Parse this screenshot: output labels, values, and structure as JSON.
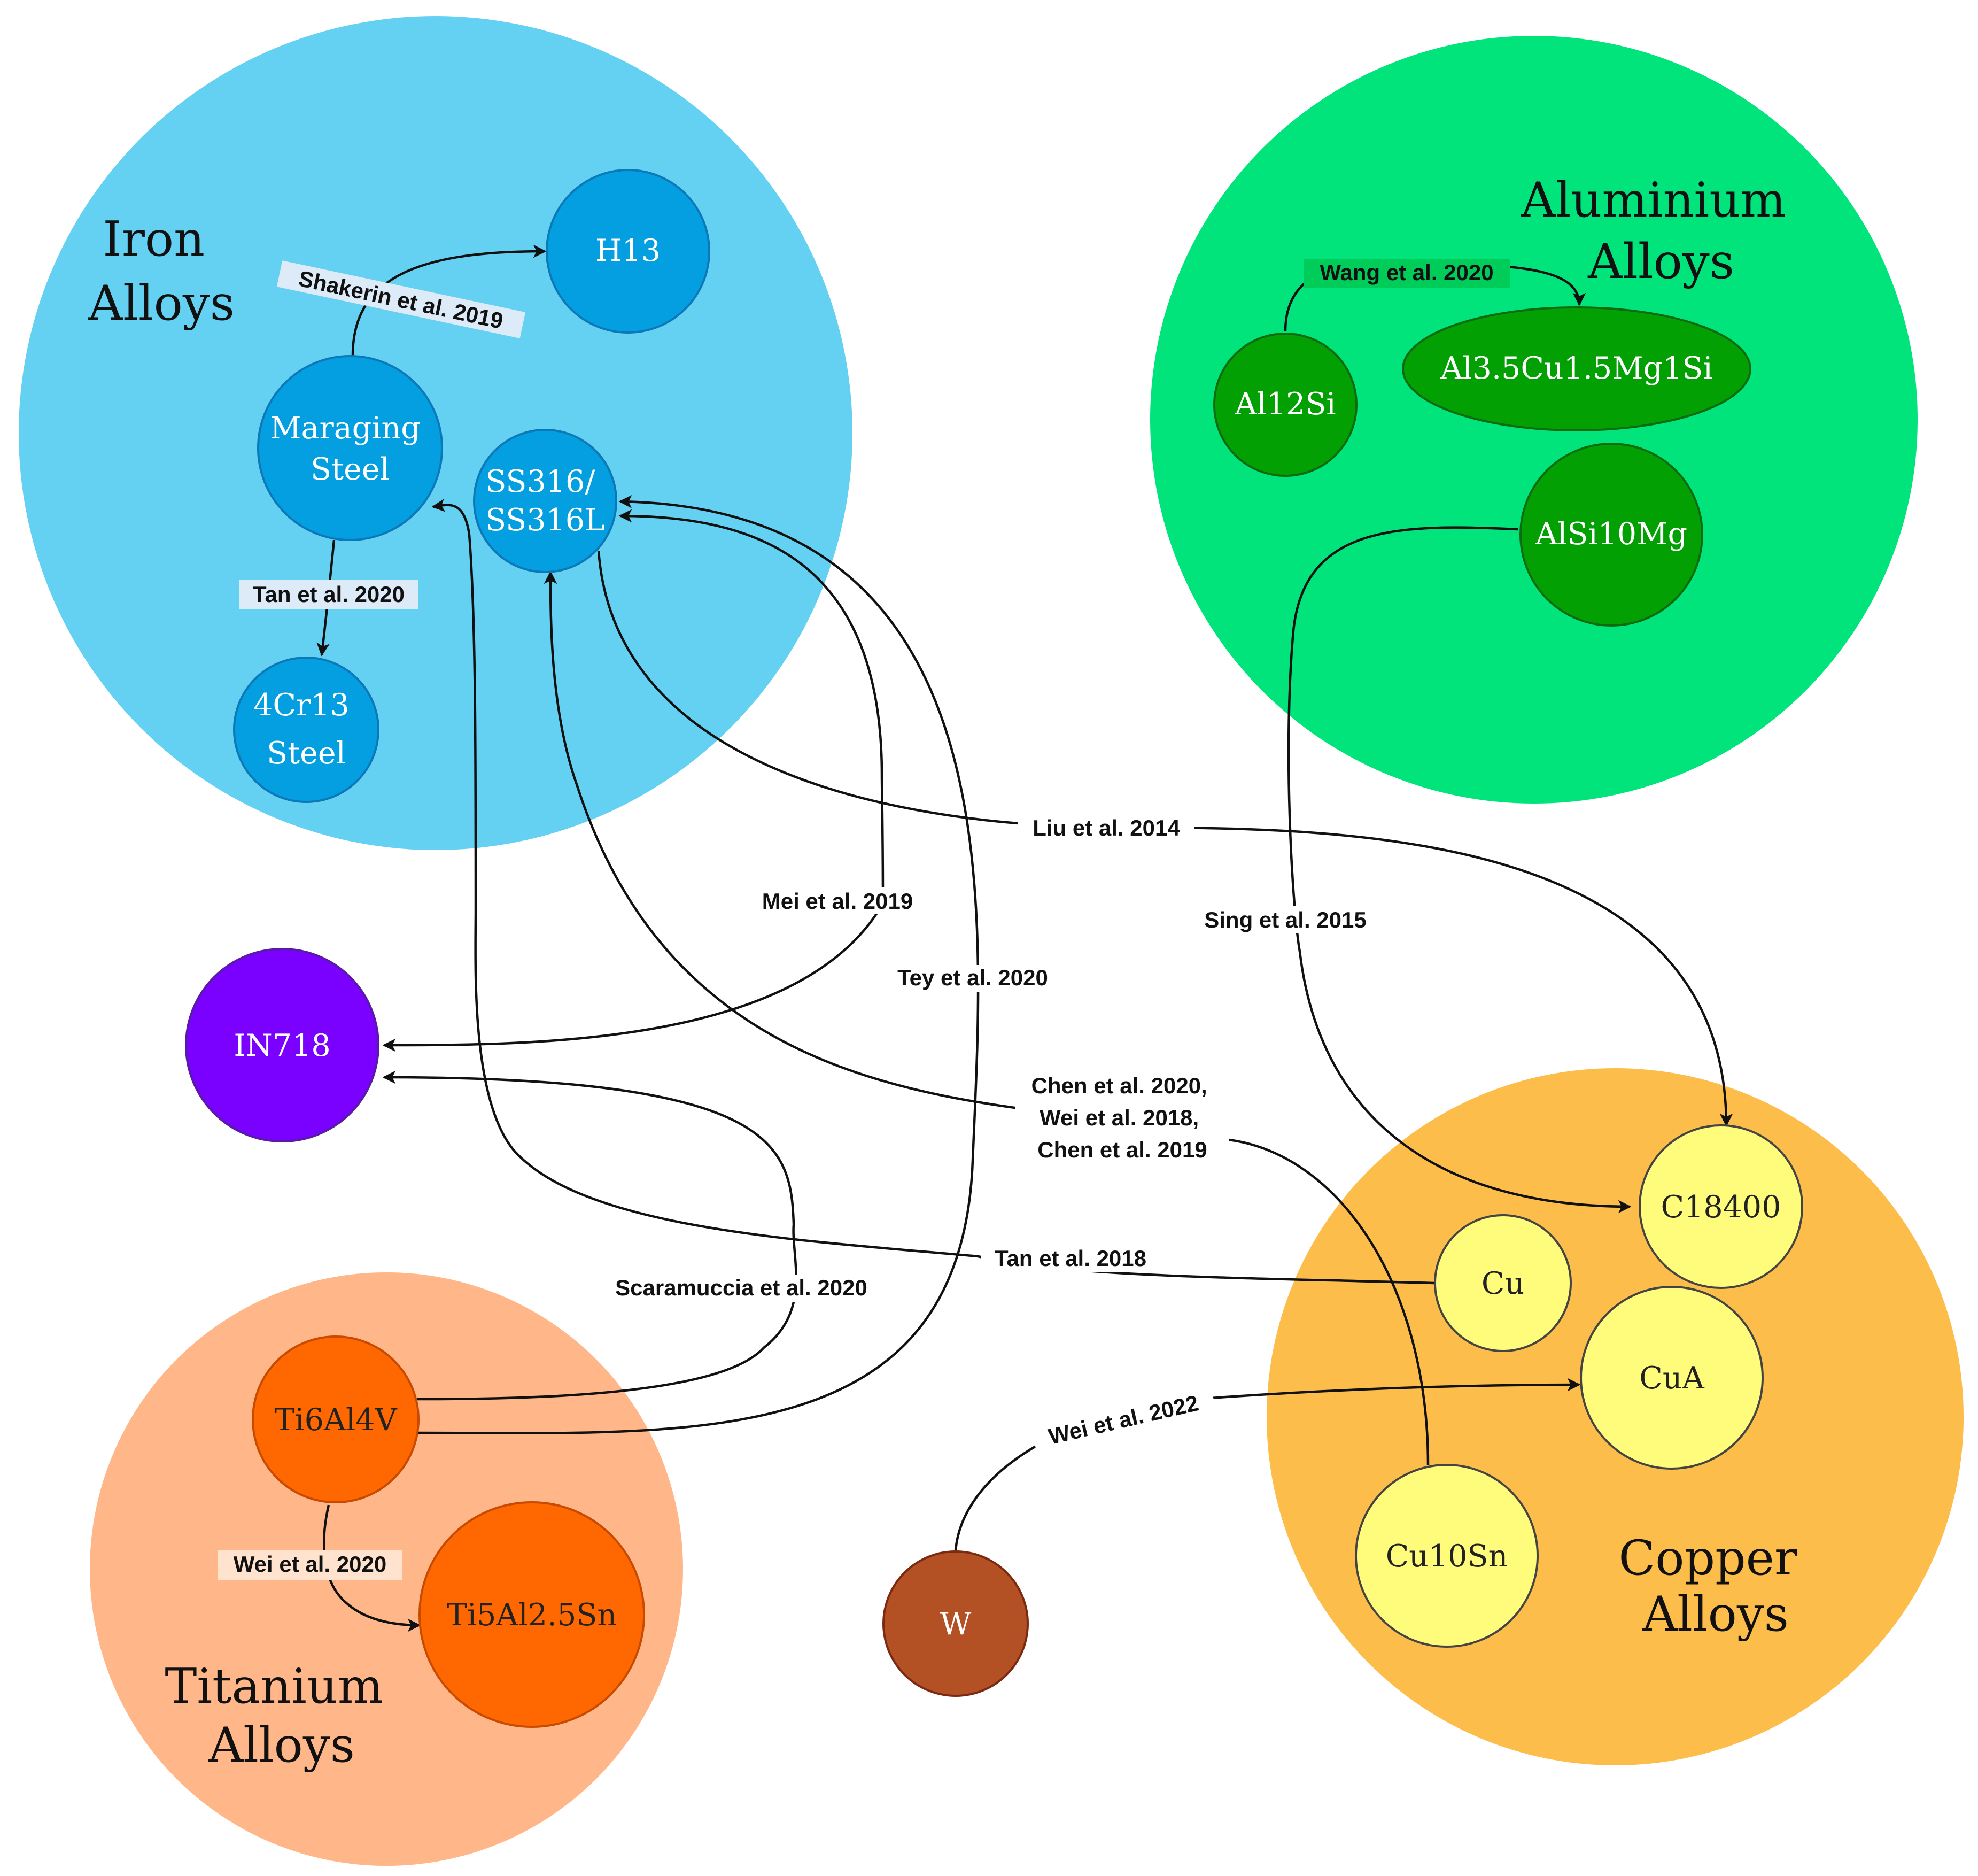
{
  "colors": {
    "iron_group": "#64d0f2",
    "iron_node": "#039fe0",
    "aluminium_group": "#00e47b",
    "aluminium_node": "#03a003",
    "copper_group": "#fcbd4a",
    "copper_node": "#fffb7b",
    "titanium_group": "#ffb78a",
    "titanium_node": "#ff6800",
    "nickel_node": "#7a00ff",
    "tungsten_node": "#b35024",
    "edge": "#111111"
  },
  "groups": {
    "iron": [
      "Iron",
      "Alloys"
    ],
    "aluminium": [
      "Aluminium",
      "Alloys"
    ],
    "copper": [
      "Copper",
      "Alloys"
    ],
    "titanium": [
      "Titanium",
      "Alloys"
    ]
  },
  "nodes": {
    "h13": [
      "H13"
    ],
    "maraging": [
      "Maraging",
      "Steel"
    ],
    "ss316": [
      "SS316/",
      "SS316L"
    ],
    "cr13": [
      "4Cr13",
      "Steel"
    ],
    "al12si": [
      "Al12Si"
    ],
    "al35cu": [
      "Al3.5Cu1.5Mg1Si"
    ],
    "alsi10mg": [
      "AlSi10Mg"
    ],
    "in718": [
      "IN718"
    ],
    "c18400": [
      "C18400"
    ],
    "cu": [
      "Cu"
    ],
    "cua": [
      "CuA"
    ],
    "cu10sn": [
      "Cu10Sn"
    ],
    "ti6al4v": [
      "Ti6Al4V"
    ],
    "ti5al": [
      "Ti5Al2.5Sn"
    ],
    "w": [
      "W"
    ]
  },
  "edges": {
    "shakerin": [
      "Shakerin et al. 2019"
    ],
    "tan2020": [
      "Tan et al. 2020"
    ],
    "wang2020": [
      "Wang et al. 2020"
    ],
    "liu2014": [
      "Liu et al. 2014"
    ],
    "mei2019": [
      "Mei et al. 2019"
    ],
    "sing2015": [
      "Sing et al. 2015"
    ],
    "tey2020": [
      "Tey et al. 2020"
    ],
    "chen": [
      "Chen et al. 2020,",
      "Wei et al. 2018,",
      "Chen et al. 2019"
    ],
    "tan2018": [
      "Tan et al. 2018"
    ],
    "scaramuccia": [
      "Scaramuccia et al. 2020"
    ],
    "wei2022": [
      "Wei et al. 2022"
    ],
    "wei2020": [
      "Wei et al. 2020"
    ]
  }
}
